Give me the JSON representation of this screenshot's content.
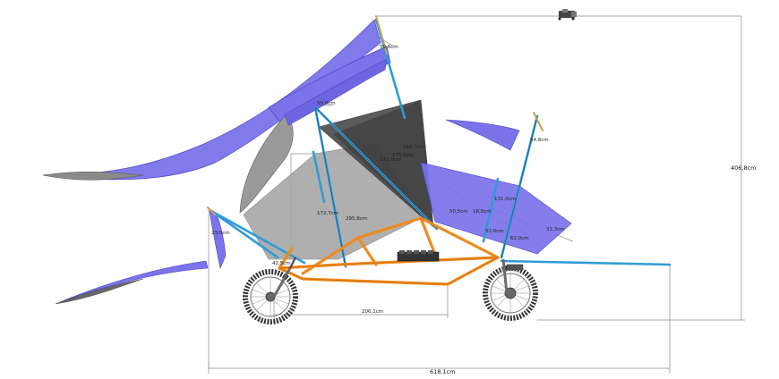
{
  "colors": {
    "frame": "#f08a1e",
    "frame_edge": "#c05f00",
    "strut": "#2f9bd8",
    "sail_purple": "#7b73ea",
    "sail_purple_edge": "#4b44c8",
    "panel_light_gray": "#a9a9a9",
    "panel_dark_gray": "#4a4a4a",
    "dim_line": "#7a7a7a",
    "mast_tip": "#c8a24a"
  },
  "dimensions": {
    "overall_length": "618,1cm",
    "overall_height": "406,8cm",
    "wheelbase": "206,1cm",
    "top_mast": "59,6cm",
    "sail_top": "59,0cm",
    "right_mast_tip": "54,8cm",
    "diag_long": "158,7cm",
    "diag_mid": "175,0cm",
    "diag_mid2": "172,0cm",
    "diag_gray": "172,7cm",
    "center": "295,8cm",
    "right_a": "131,0cm",
    "right_b": "18,0cm",
    "right_c": "50,5cm",
    "right_d": "52,0cm",
    "right_e": "31,3cm",
    "right_f": "62,0cm",
    "left_small": "42,5cm",
    "left_front": "23,0cm"
  },
  "icons": {
    "rider": "rider-figure-icon",
    "battery": "battery-pack-icon",
    "front_wheel": "front-wheel-icon",
    "rear_wheel": "rear-wheel-icon"
  }
}
